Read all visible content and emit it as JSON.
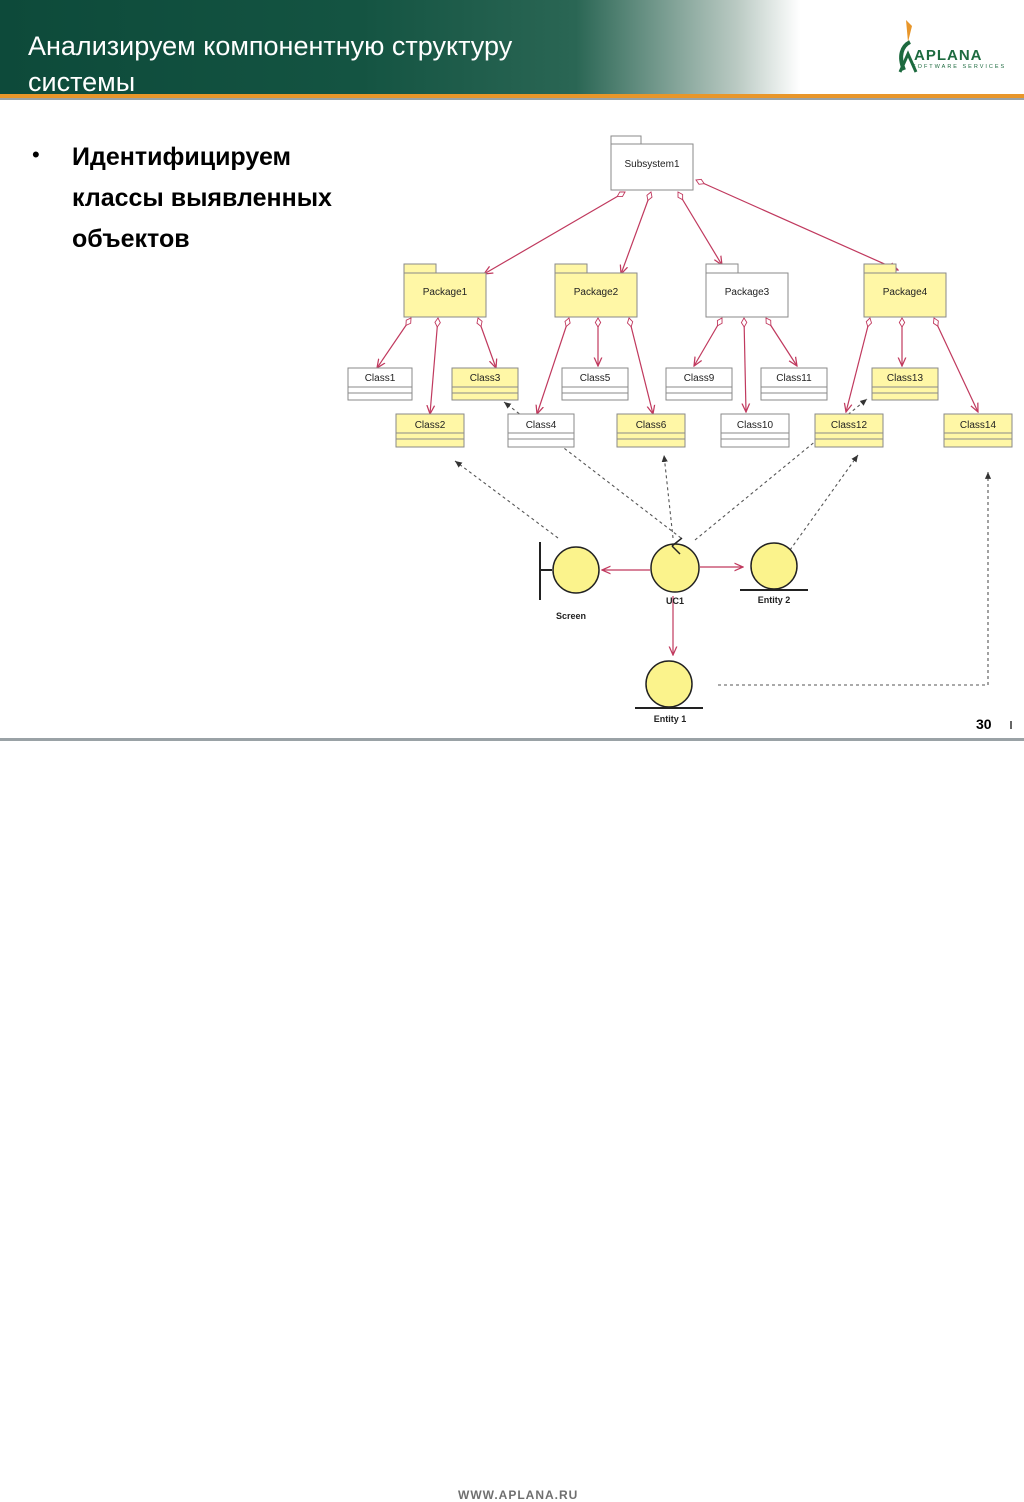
{
  "header": {
    "title": "Анализируем компонентную структуру системы"
  },
  "logo": {
    "name": "APLANA",
    "tagline": "SOFTWARE SERVICES"
  },
  "body": {
    "bullet": "Идентифицируем классы выявленных объектов"
  },
  "diagram": {
    "subsystem": "Subsystem1",
    "packages": [
      "Package1",
      "Package2",
      "Package3",
      "Package4"
    ],
    "classes": [
      "Class1",
      "Class2",
      "Class3",
      "Class4",
      "Class5",
      "Class6",
      "Class9",
      "Class10",
      "Class11",
      "Class12",
      "Class13",
      "Class14"
    ],
    "objects": {
      "screen": "Screen",
      "uc1": "UC1",
      "entity2": "Entity 2",
      "entity1": "Entity 1"
    },
    "colors": {
      "highlight_fill": "#fff7a6",
      "plain_fill": "#ffffff",
      "aggregation_line": "#c0395e",
      "dependency_line": "#555555",
      "object_fill": "#fbf38c"
    }
  },
  "footer": {
    "website": "WWW.APLANA.RU",
    "page_number": "30"
  }
}
